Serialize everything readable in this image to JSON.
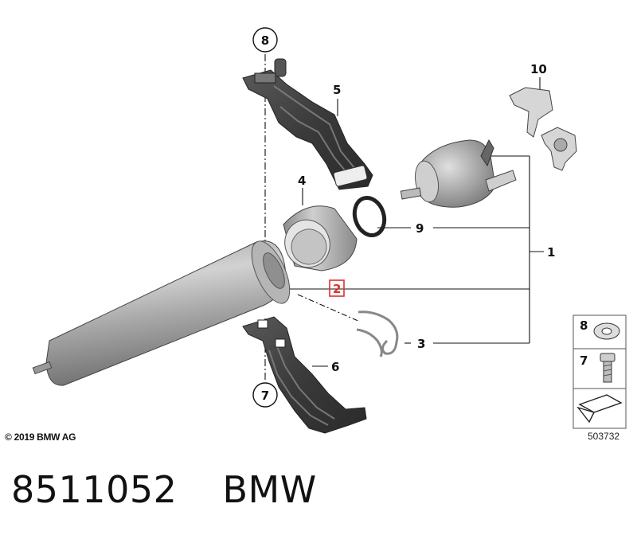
{
  "callouts": {
    "c1": "1",
    "c2": "2",
    "c3": "3",
    "c4": "4",
    "c5": "5",
    "c6": "6",
    "c7": "7",
    "c8": "8",
    "c9": "9",
    "c10": "10"
  },
  "legend": {
    "nut_number": "8",
    "screw_number": "7"
  },
  "copyright": "© 2019 BMW AG",
  "diagram_id": "503732",
  "footer": {
    "part_number": "8511052",
    "brand": "BMW"
  },
  "colors": {
    "highlight": "#e03030",
    "line": "#111111"
  }
}
